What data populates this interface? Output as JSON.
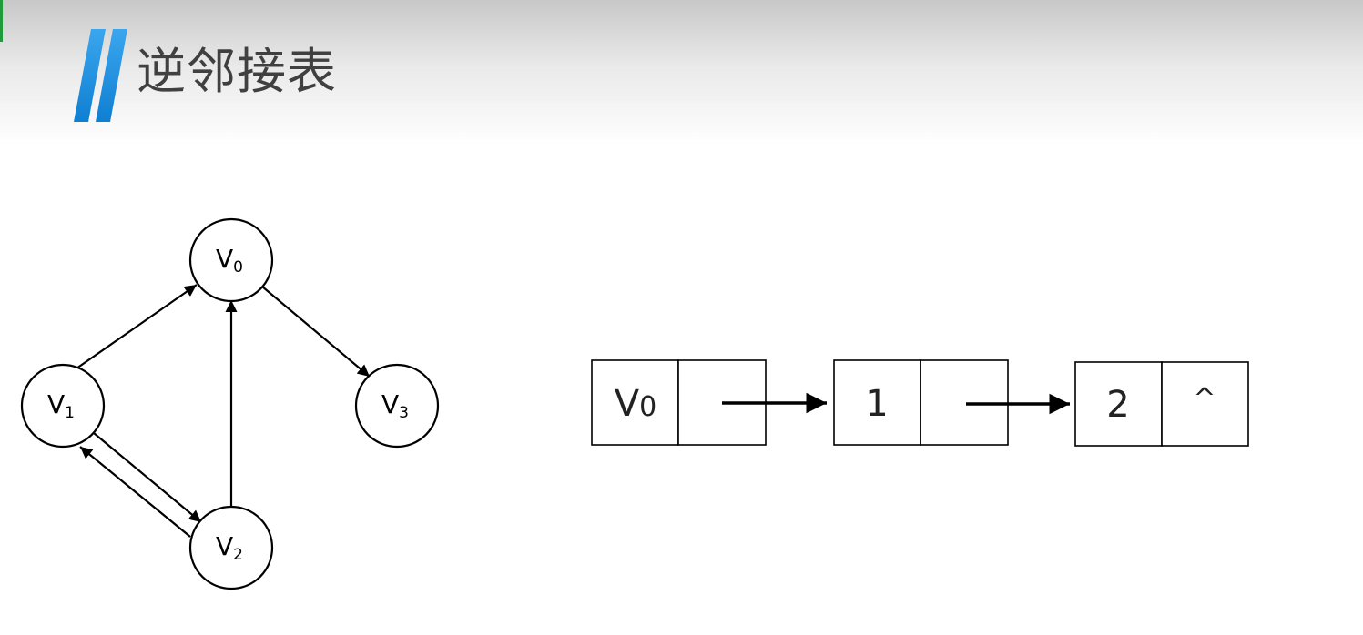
{
  "title": "逆邻接表",
  "colors": {
    "accent_blue": "#1a8fe0",
    "title_text": "#404040",
    "corner_green": "#1f9b3a"
  },
  "graph": {
    "nodes": [
      {
        "id": "v0",
        "label": "V",
        "sub": "0"
      },
      {
        "id": "v1",
        "label": "V",
        "sub": "1"
      },
      {
        "id": "v2",
        "label": "V",
        "sub": "2"
      },
      {
        "id": "v3",
        "label": "V",
        "sub": "3"
      }
    ],
    "edges": [
      {
        "from": "v1",
        "to": "v0"
      },
      {
        "from": "v2",
        "to": "v0"
      },
      {
        "from": "v0",
        "to": "v3"
      },
      {
        "from": "v1",
        "to": "v2"
      },
      {
        "from": "v2",
        "to": "v1"
      }
    ]
  },
  "list": {
    "head": {
      "label": "V",
      "sub": "0"
    },
    "nodes": [
      {
        "value": "1"
      },
      {
        "value": "2",
        "next": "^"
      }
    ]
  }
}
